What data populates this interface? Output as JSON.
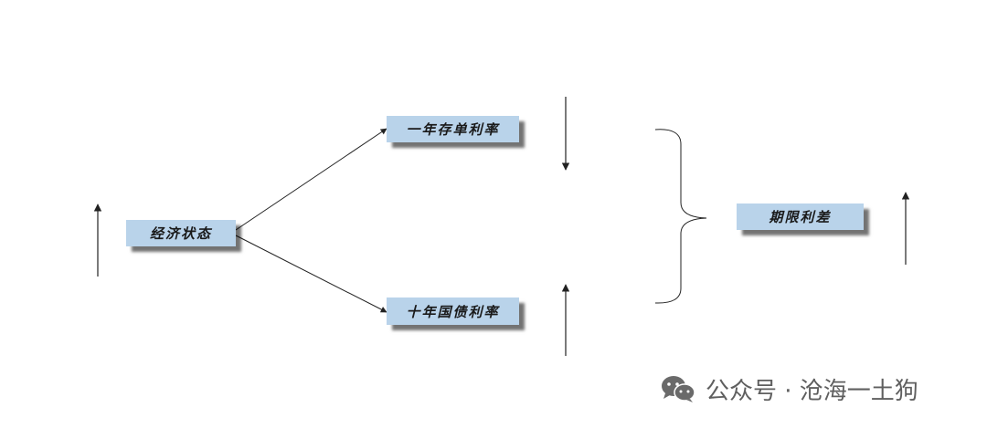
{
  "nodes": {
    "economy": "经济状态",
    "rate_1y": "一年存单利率",
    "rate_10y": "十年国债利率",
    "term_spread": "期限利差"
  },
  "watermark": {
    "text": "公众号 · 沧海一土狗",
    "icon": "wechat-icon"
  },
  "colors": {
    "node_fill": "#b9d3ea",
    "line": "#222222",
    "watermark": "#5f5f5f"
  }
}
